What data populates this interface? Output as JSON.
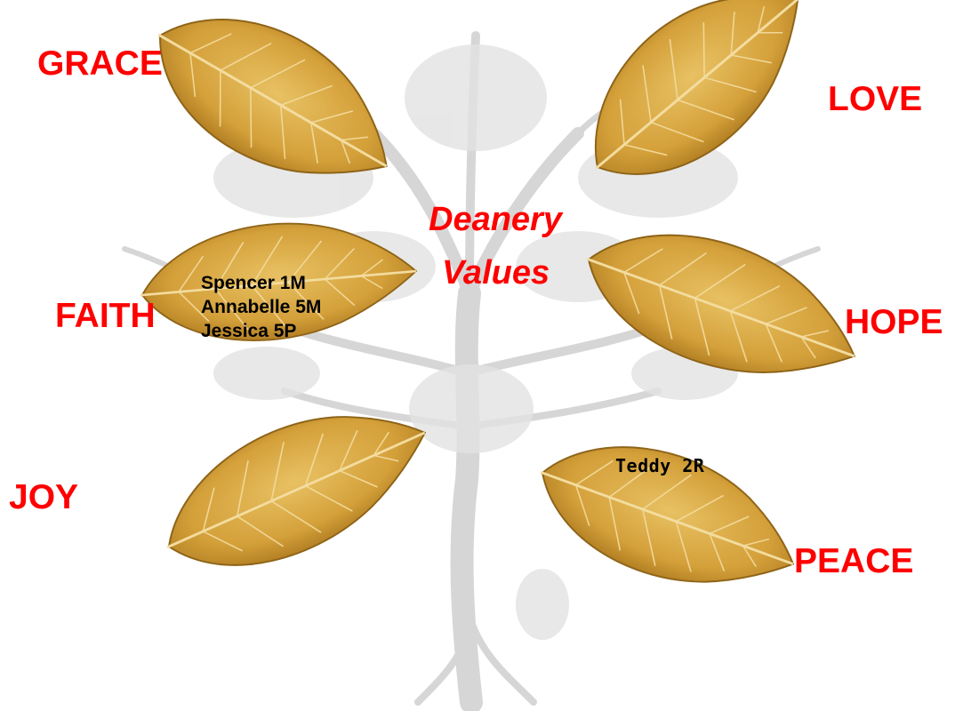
{
  "title": {
    "line1": "Deanery",
    "line2": "Values"
  },
  "values": {
    "grace": "GRACE",
    "love": "LOVE",
    "faith": "FAITH",
    "hope": "HOPE",
    "joy": "JOY",
    "peace": "PEACE"
  },
  "leaves": {
    "faith": {
      "names": [
        "Spencer 1M",
        "Annabelle 5M",
        "Jessica 5P"
      ]
    },
    "peace": {
      "names": [
        "Teddy 2R"
      ]
    }
  },
  "colors": {
    "value_text": "#ff0000",
    "name_text": "#000000",
    "leaf_fill": "#d9a63a",
    "leaf_vein": "#f1d79a",
    "tree": "#d8d8d8"
  }
}
